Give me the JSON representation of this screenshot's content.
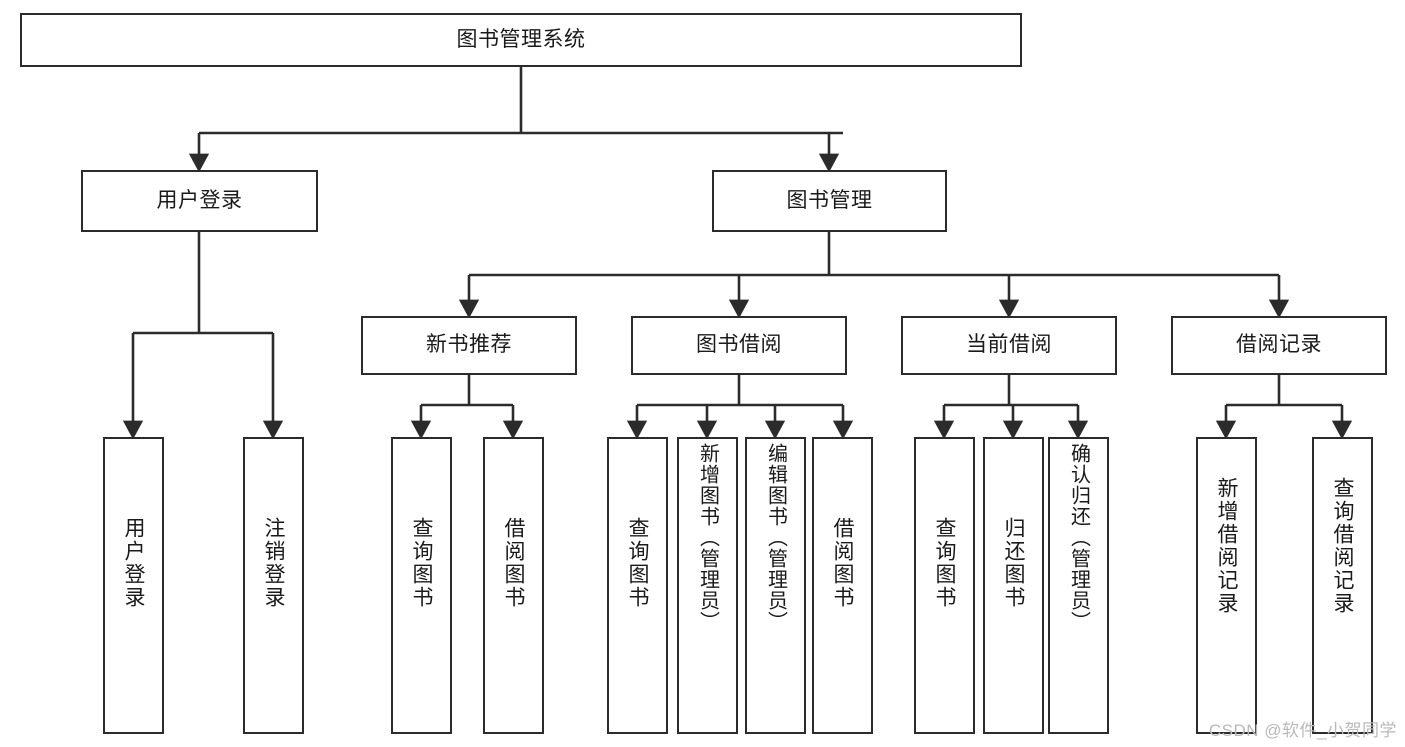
{
  "diagram": {
    "type": "tree-hierarchy-chart",
    "title": "图书管理系统",
    "line_color": "#2b2b2b",
    "box_fill": "#ffffff",
    "text_color": "#1a1a1a",
    "nodes": {
      "root": {
        "label": "图书管理系统"
      },
      "level2": [
        {
          "id": "user-login",
          "label": "用户登录"
        },
        {
          "id": "book-management",
          "label": "图书管理"
        }
      ],
      "level3": [
        {
          "id": "new-book-recommend",
          "label": "新书推荐"
        },
        {
          "id": "book-borrow",
          "label": "图书借阅"
        },
        {
          "id": "current-borrow",
          "label": "当前借阅"
        },
        {
          "id": "borrow-record",
          "label": "借阅记录"
        }
      ],
      "leaves": {
        "user_login": [
          {
            "id": "leaf-user-login",
            "label": "用户登录"
          },
          {
            "id": "leaf-logout-login",
            "label": "注销登录"
          }
        ],
        "new_book_recommend": [
          {
            "id": "leaf-query-book-1",
            "label": "查询图书"
          },
          {
            "id": "leaf-borrow-book-1",
            "label": "借阅图书"
          }
        ],
        "book_borrow": [
          {
            "id": "leaf-query-book-2",
            "label": "查询图书"
          },
          {
            "id": "leaf-add-book",
            "label": "新增图书（管理员）"
          },
          {
            "id": "leaf-edit-book",
            "label": "编辑图书（管理员）"
          },
          {
            "id": "leaf-borrow-book-2",
            "label": "借阅图书"
          }
        ],
        "current_borrow": [
          {
            "id": "leaf-query-book-3",
            "label": "查询图书"
          },
          {
            "id": "leaf-return-book",
            "label": "归还图书"
          },
          {
            "id": "leaf-confirm-return",
            "label": "确认归还（管理员）"
          }
        ],
        "borrow_record": [
          {
            "id": "leaf-add-record",
            "label": "新增借阅记录"
          },
          {
            "id": "leaf-query-record",
            "label": "查询借阅记录"
          }
        ]
      }
    }
  },
  "watermark": {
    "text": "CSDN @软件_小贺同学"
  }
}
